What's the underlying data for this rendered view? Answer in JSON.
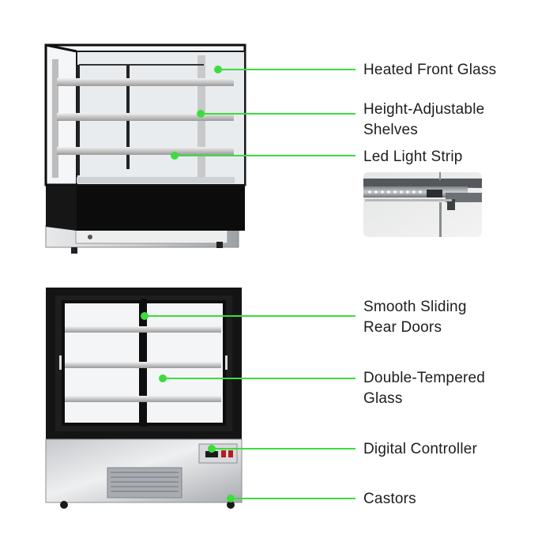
{
  "callouts": {
    "heated_front_glass": "Heated Front Glass",
    "height_adjustable_shelves": [
      "Height-Adjustable",
      "Shelves"
    ],
    "led_light_strip": "Led Light Strip",
    "smooth_sliding_rear_doors": [
      "Smooth Sliding",
      "Rear Doors"
    ],
    "double_tempered_glass": [
      "Double-Tempered",
      "Glass"
    ],
    "digital_controller": "Digital Controller",
    "castors": "Castors"
  },
  "colors": {
    "callout_green": "#3ddc3d",
    "cabinet_black": "#101010",
    "steel": "#b9bcc0"
  }
}
